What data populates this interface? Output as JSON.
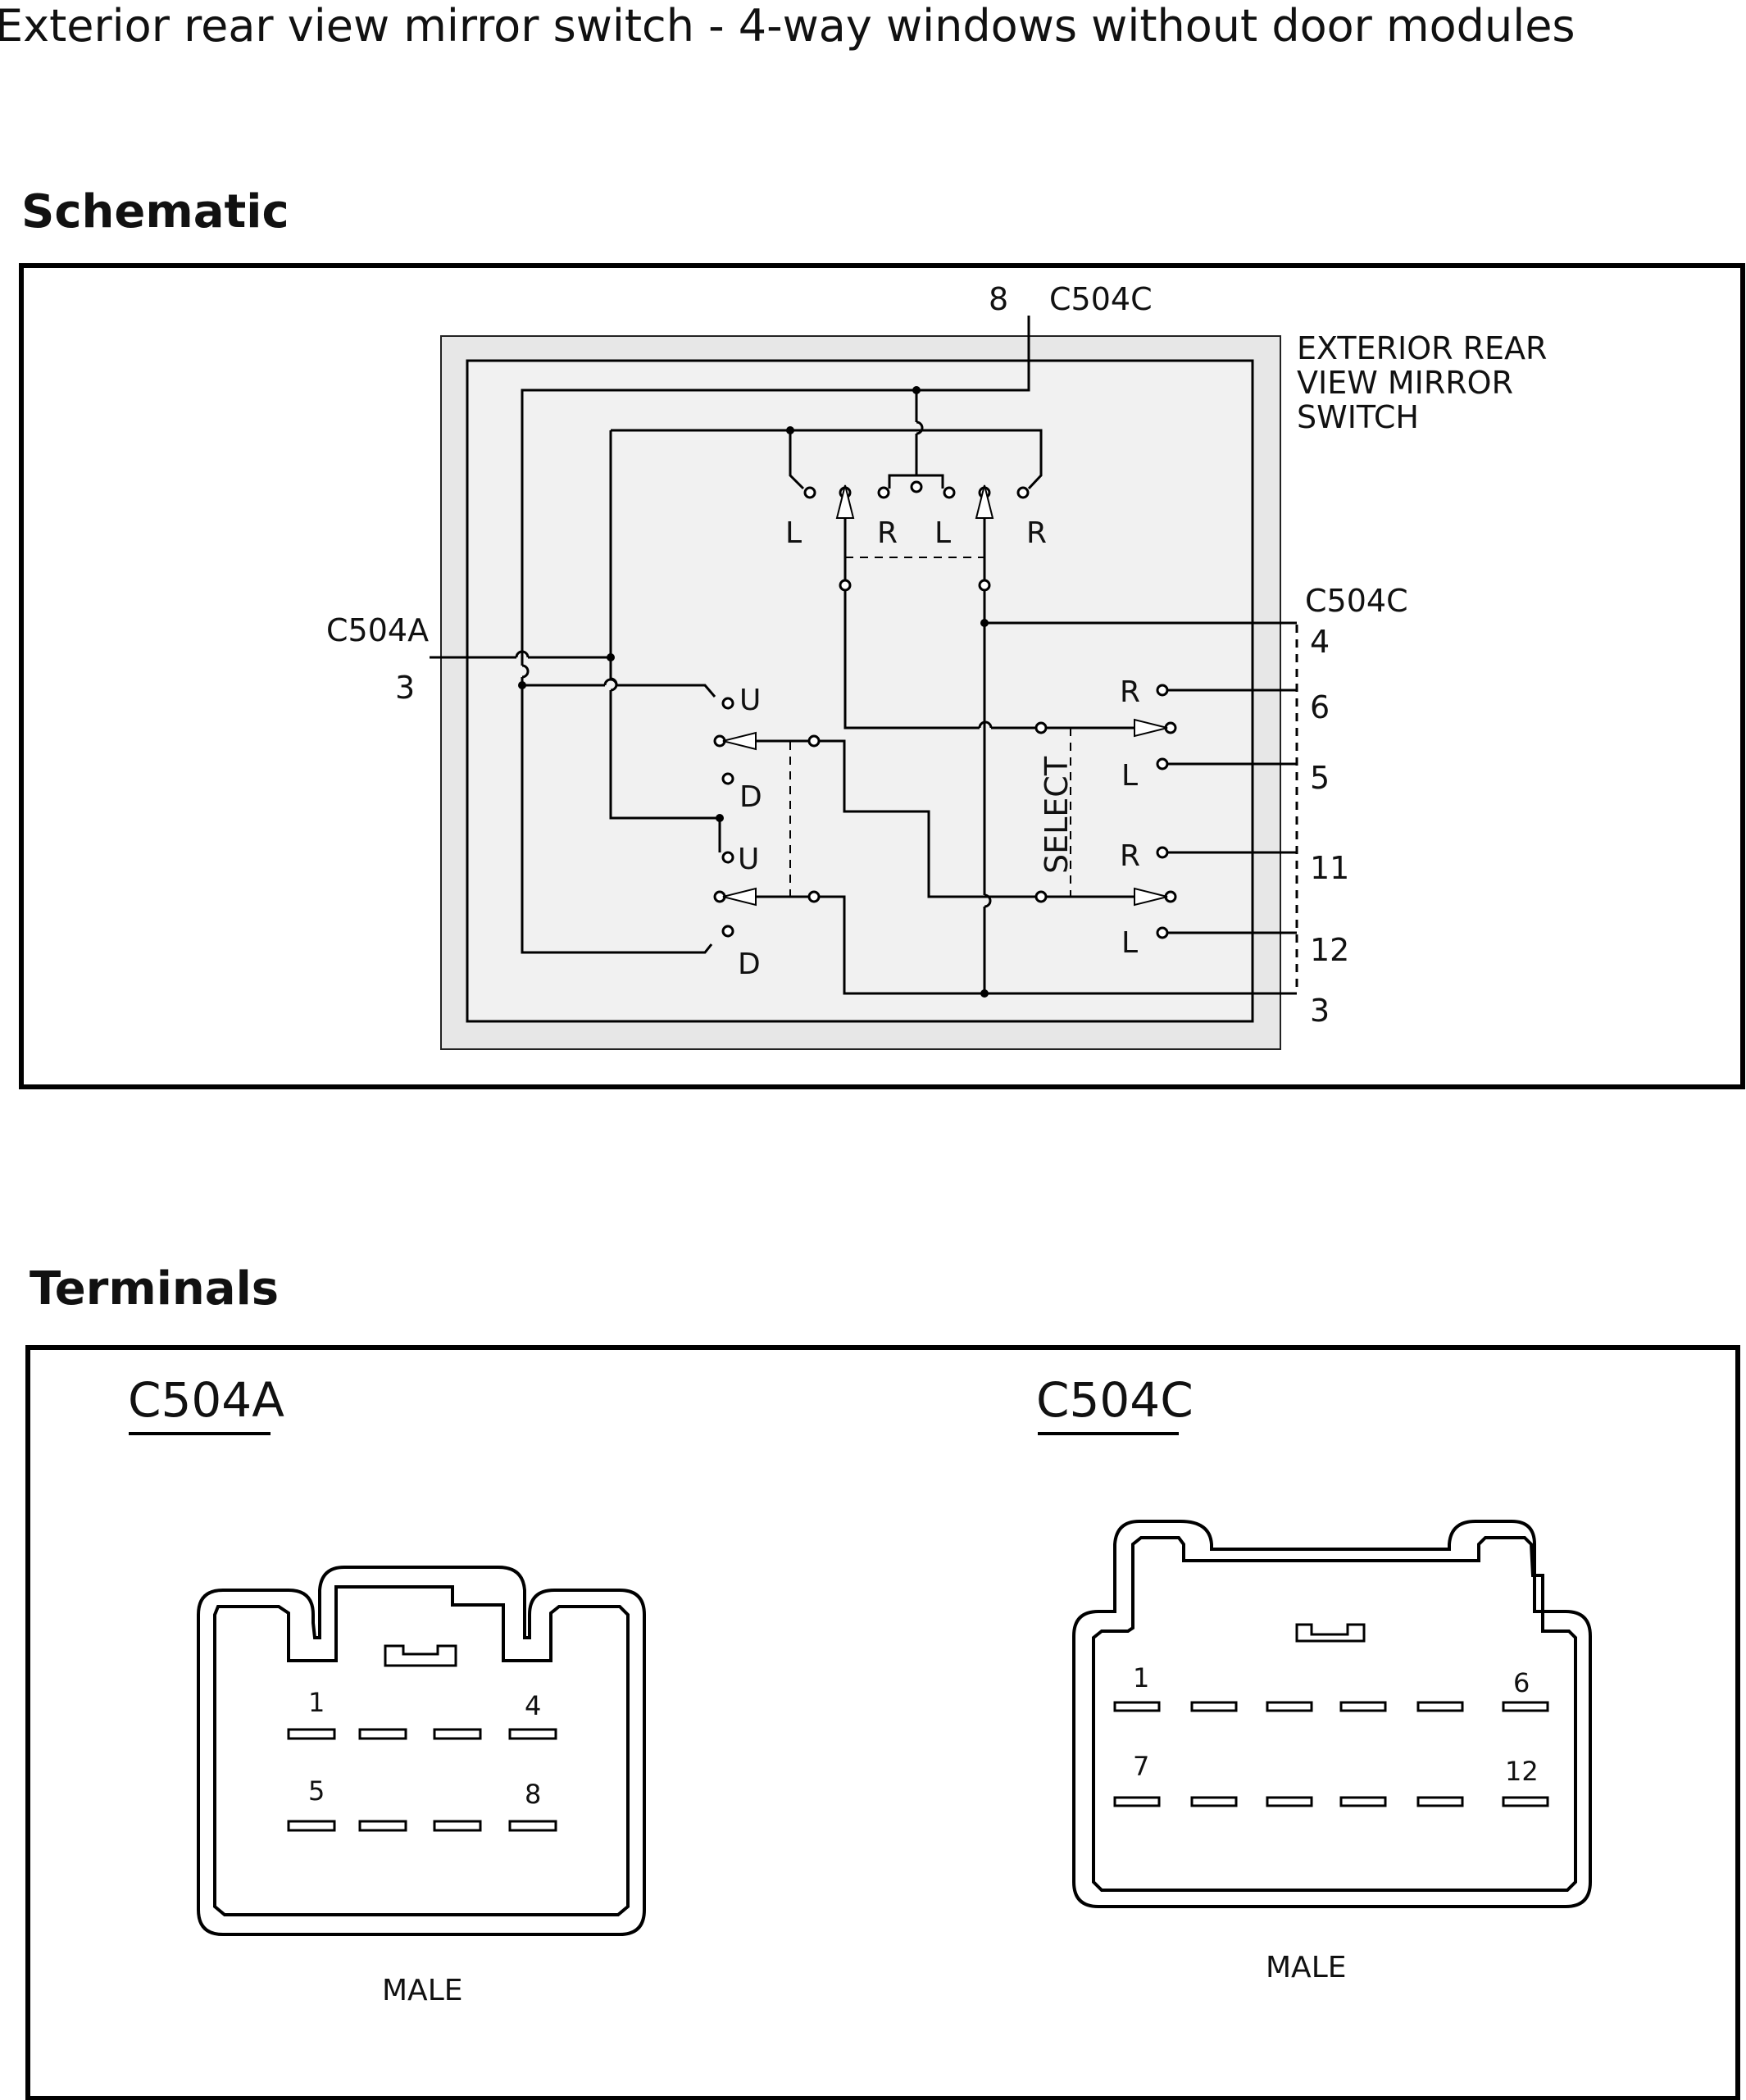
{
  "page_title": "Exterior rear view mirror switch - 4-way windows without door modules",
  "schematic": {
    "section_title": "Schematic",
    "component_label": [
      "EXTERIOR REAR",
      "VIEW MIRROR",
      "SWITCH"
    ],
    "select_label": "SELECT",
    "top_connector": {
      "pin": "8",
      "name": "C504C"
    },
    "left_connector": {
      "name": "C504A",
      "pin": "3"
    },
    "right_connector": {
      "name": "C504C",
      "pins": [
        "4",
        "6",
        "5",
        "11",
        "12",
        "3"
      ]
    },
    "mirror_select_contacts": [
      "L",
      "R",
      "L",
      "R"
    ],
    "up_down_contacts": [
      "U",
      "D",
      "U",
      "D"
    ],
    "side_contacts": [
      "R",
      "L",
      "R",
      "L"
    ]
  },
  "terminals": {
    "section_title": "Terminals",
    "connectors": [
      {
        "name": "C504A",
        "gender": "MALE",
        "pin_labels": [
          "1",
          "4",
          "5",
          "8"
        ]
      },
      {
        "name": "C504C",
        "gender": "MALE",
        "pin_labels": [
          "1",
          "6",
          "7",
          "12"
        ]
      }
    ]
  }
}
